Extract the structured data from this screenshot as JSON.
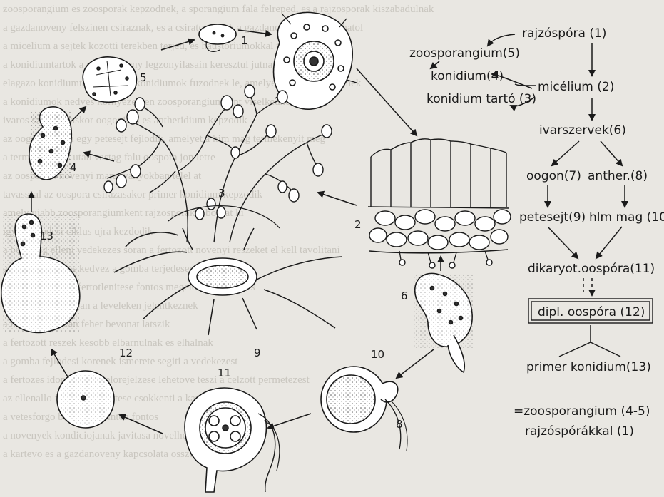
{
  "figure": {
    "stage_numbers": [
      "1",
      "2",
      "3",
      "4",
      "5",
      "6",
      "8",
      "9",
      "10",
      "11",
      "12",
      "13"
    ]
  },
  "scheme": {
    "rajzospora": "rajzóspóra (1)",
    "zoosporangium": "zoosporangium(5)",
    "konidium": "konidium(4)",
    "konidium_tarto": "konidium tartó (3)",
    "micelium": "micélium (2)",
    "ivarszervek": "ivarszervek(6)",
    "oogon": "oogon(7)",
    "antheridium": "anther.(8)",
    "petesejt": "petesejt(9)",
    "hlm_mag": "hlm mag (10",
    "dikaryot_oospora": "dikaryot.oospóra(11)",
    "dipl_oospora": "dipl. oospóra (12)",
    "primer_konidium": "primer konidium(13)",
    "zoosporangium_final": "=zoosporangium (4-5)",
    "rajzosporakkal": "rajzóspórákkal (1)"
  },
  "background_text": [
    "zoosporangium es zoosporak kepzodnek, a sporangium fala felreped, es a rajzosporak kiszabadulnak",
    "a gazdanoveny felszinen csiraznak, es a csiratomlojuk a gazdanoveny sejtjeibe hatol",
    "a micelium a sejtek kozotti terekben terjed, es haustoriumokkal taplalkozik",
    "a konidiumtartok a gazdanoveny legzonyilasain keresztul jutnak a felszinre",
    "elagazo konidiumtartok vegen konidiumok fuzodnek le, amelyek a szellel terjednek",
    "a konidiumok nedves kornyezetben zoosporangiumkent viselkednek",
    "ivaros szaporodaskor oogonium es antheridium kepzodik",
    "az oogoniumban egy petesejt fejlodik, amelyet a him mag termekenyit meg",
    "a termekenyites utan vastag falu oospora jon letre",
    "az oospora a novenyi maradvanyokban telel at",
    "tavasszal az oospora csirazasakor primer konidium kepzodik",
    "amely ujabb zoosporangiumkent rajzosporakat bocsat ki",
    "igy a fejlodesi ciklus ujra kezdodik",
    "a betegseg elleni vedekezes soran a fertozott novenyi reszeket el kell tavolitani",
    "a nedves idojaras kedvez a gomba terjedesenek",
    "a szaporitoanyag fertotlenitese fontos megelozo intezkedes",
    "a tunetek elsosorban a leveleken jelentkeznek",
    "a levelek fonakan feher bevonat latszik",
    "a fertozott reszek kesobb elbarnulnak es elhalnak",
    "a gomba fejlodesi korenek ismerete segiti a vedekezest",
    "a fertozes idopontjanak elorejelzese lehetove teszi a celzott permetezest",
    "az ellenallo fajtak termesztese csokkenti a karokat",
    "a vetesforgo betartasa szinten fontos",
    "a novenyek kondiciojanak javitasa novelheti ellenallosagukat",
    "a kartevo es a gazdanoveny kapcsolata osszetett"
  ]
}
